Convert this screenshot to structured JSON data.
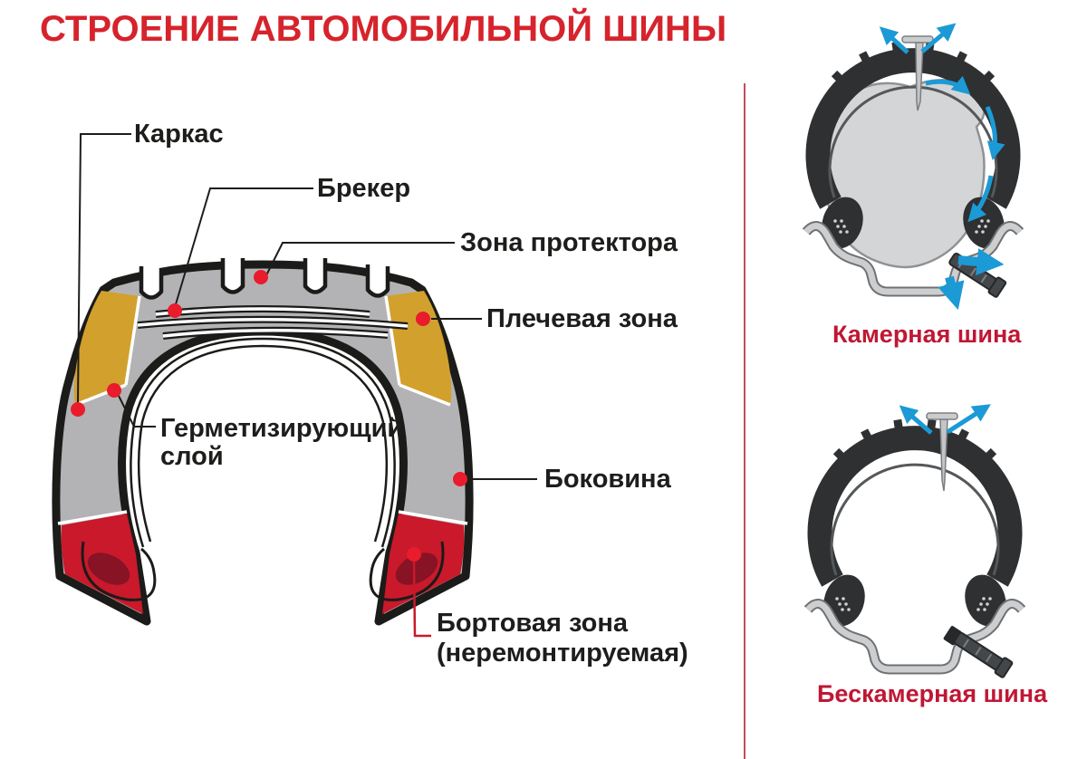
{
  "title": "СТРОЕНИЕ АВТОМОБИЛЬНОЙ ШИНЫ",
  "main_diagram": {
    "name": "Поперечное сечение автомобильной шины",
    "labels": {
      "carcass": "Каркас",
      "breaker": "Брекер",
      "tread_zone": "Зона протектора",
      "shoulder_zone": "Плечевая зона",
      "sealing_layer": "Герметизирующий\nслой",
      "sidewall": "Боковина",
      "bead_zone": "Бортовая зона\n(неремонтируемая)"
    }
  },
  "side_diagrams": [
    {
      "caption": "Камерная шина"
    },
    {
      "caption": "Бескамерная шина"
    }
  ],
  "colors": {
    "title_red": "#d6232c",
    "caption_red": "#c01734",
    "label_black": "#1d1d1b",
    "marker_red": "#e81c2c",
    "shoulder_gold": "#d2a02c",
    "body_gray": "#b3b3b5",
    "bead_red": "#c9192b",
    "bead_core_dark": "#871325",
    "air_arrow_blue": "#1b9ad6",
    "tire_dark": "#2e3032"
  }
}
